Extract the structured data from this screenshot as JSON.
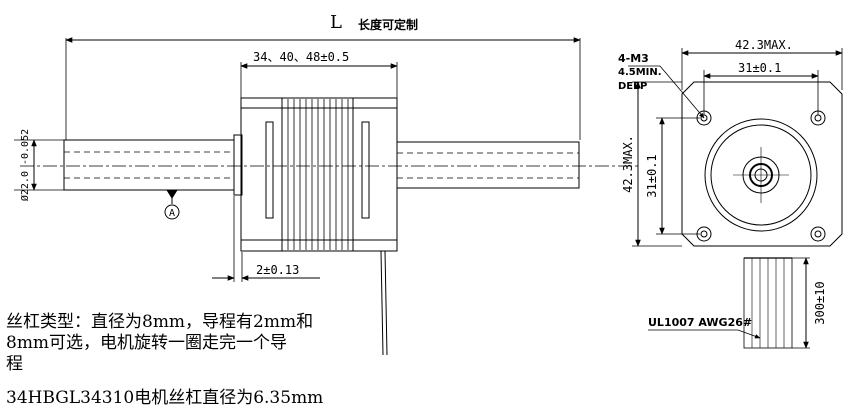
{
  "front_view": {
    "overall_length_symbol": "L",
    "overall_length_note": "长度可定制",
    "body_length_dim": "34、40、48±0.5",
    "screw_diameter_dim": "Ø22.0 -0.052",
    "datum_label": "A",
    "offset_dim": "2±0.13"
  },
  "end_view": {
    "hole_spec_line1": "4-M3",
    "hole_spec_line2": "4.5MIN.",
    "hole_spec_line3": "DEEP",
    "width_max_dim": "42.3MAX.",
    "hole_spacing_dim": "31±0.1",
    "height_max_dim": "42.3MAX.",
    "hole_spacing_v_dim": "31±0.1",
    "cable_spec": "UL1007 AWG26#",
    "lead_length_dim": "300±10"
  },
  "notes": {
    "lead_screw_type_line1": "丝杠类型：直径为8mm，导程有2mm和",
    "lead_screw_type_line2": "8mm可选，电机旋转一圈走完一个导",
    "lead_screw_type_line3": "程",
    "model_note": "34HBGL34310电机丝杠直径为6.35mm"
  }
}
